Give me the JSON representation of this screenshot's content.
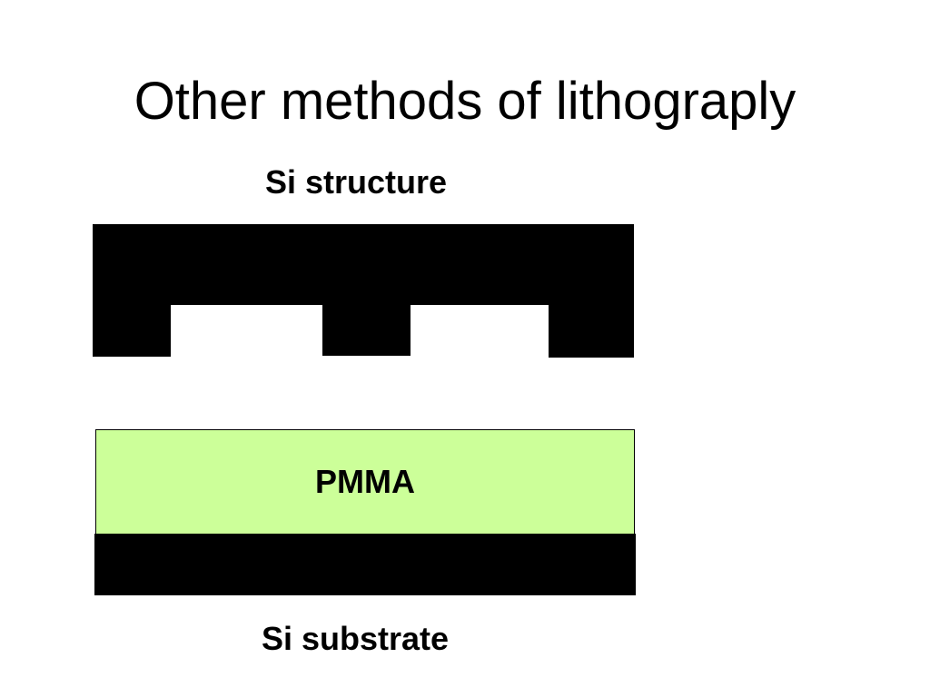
{
  "slide": {
    "title": "Other methods of lithograply"
  },
  "diagram": {
    "structure_label": "Si structure",
    "pmma_label": "PMMA",
    "substrate_label": "Si substrate",
    "colors": {
      "silicon": "#000000",
      "pmma": "#ccff99",
      "background": "#ffffff"
    }
  }
}
